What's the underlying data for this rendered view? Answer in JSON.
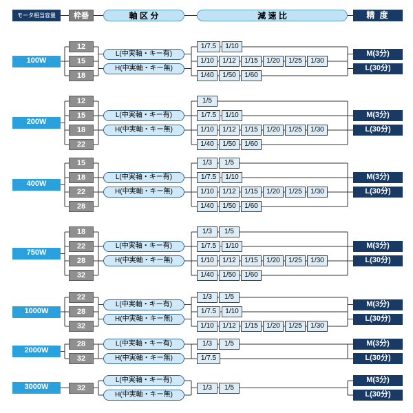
{
  "header": {
    "motor_capacity": "モータ相当容量",
    "frame_no": "枠番",
    "shaft_class": "軸 区 分",
    "reduction_ratio": "減 速 比",
    "precision": "精 度"
  },
  "shaft_types": [
    "L(中実軸・キー有)",
    "H(中実軸・キー無)"
  ],
  "precision_types": [
    "M(3分)",
    "L(30分)"
  ],
  "groups": [
    {
      "motor": "100W",
      "frames": [
        "12",
        "15",
        "18"
      ],
      "ratios": [
        [
          "1/7.5",
          "1/10"
        ],
        [
          "1/10",
          "1/12",
          "1/15",
          "1/20",
          "1/25",
          "1/30"
        ],
        [
          "1/40",
          "1/50",
          "1/60"
        ]
      ]
    },
    {
      "motor": "200W",
      "frames": [
        "12",
        "15",
        "18",
        "22"
      ],
      "ratios": [
        [
          "1/5"
        ],
        [
          "1/7.5",
          "1/10"
        ],
        [
          "1/10",
          "1/12",
          "1/15",
          "1/20",
          "1/25",
          "1/30"
        ],
        [
          "1/40",
          "1/50",
          "1/60"
        ]
      ]
    },
    {
      "motor": "400W",
      "frames": [
        "15",
        "18",
        "22",
        "28"
      ],
      "ratios": [
        [
          "1/3",
          "1/5"
        ],
        [
          "1/7.5",
          "1/10"
        ],
        [
          "1/10",
          "1/12",
          "1/15",
          "1/20",
          "1/25",
          "1/30"
        ],
        [
          "1/40",
          "1/50",
          "1/60"
        ]
      ]
    },
    {
      "motor": "750W",
      "frames": [
        "18",
        "22",
        "28",
        "32"
      ],
      "ratios": [
        [
          "1/3",
          "1/5"
        ],
        [
          "1/7.5",
          "1/10"
        ],
        [
          "1/10",
          "1/12",
          "1/15",
          "1/20",
          "1/25",
          "1/30"
        ],
        [
          "1/40",
          "1/50",
          "1/60"
        ]
      ]
    },
    {
      "motor": "1000W",
      "frames": [
        "22",
        "28",
        "32"
      ],
      "ratios": [
        [
          "1/3",
          "1/5"
        ],
        [
          "1/7.5",
          "1/10"
        ],
        [
          "1/10",
          "1/12",
          "1/15",
          "1/20",
          "1/25",
          "1/30"
        ]
      ]
    },
    {
      "motor": "2000W",
      "frames": [
        "28",
        "32"
      ],
      "ratios": [
        [
          "1/3",
          "1/5"
        ],
        [
          "1/7.5"
        ]
      ]
    },
    {
      "motor": "3000W",
      "frames": [
        "32"
      ],
      "ratios": [
        [
          "1/3",
          "1/5"
        ]
      ]
    }
  ],
  "colors": {
    "motor_bg": "#2aa0dc",
    "frame_bg": "#8f8f8f",
    "shaft_bg": "#cfe9f8",
    "ratio_bg": "#dcedf8",
    "precision_bg": "#1a3a66",
    "header_navy_bg": "#1a3a66",
    "header_pill_bg": "#bfe2f4",
    "line": "#333333"
  }
}
